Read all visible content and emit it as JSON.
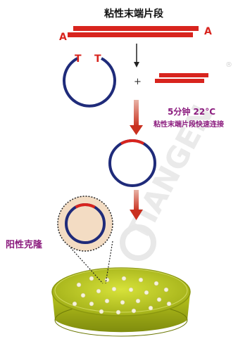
{
  "title": "粘性末端片段",
  "end_label_left": "A",
  "end_label_right": "A",
  "vector_end_left": "T",
  "vector_end_right": "T",
  "plus": "+",
  "condition_time_temp": "5分钟 22°C",
  "condition_desc": "粘性末端片段快速连接",
  "positive_clones": "阳性克隆",
  "watermark": "TIANGEN",
  "registered_mark": "®",
  "colors": {
    "fragment_red": "#d8241e",
    "plasmid_blue": "#1f2b7a",
    "arrow_red": "#c9301f",
    "label_purple": "#8b1b7e",
    "agar_yellow_green": "#c2cf1c",
    "colony_cream": "#f7f3da",
    "cell_fill": "#f3dcc3"
  }
}
